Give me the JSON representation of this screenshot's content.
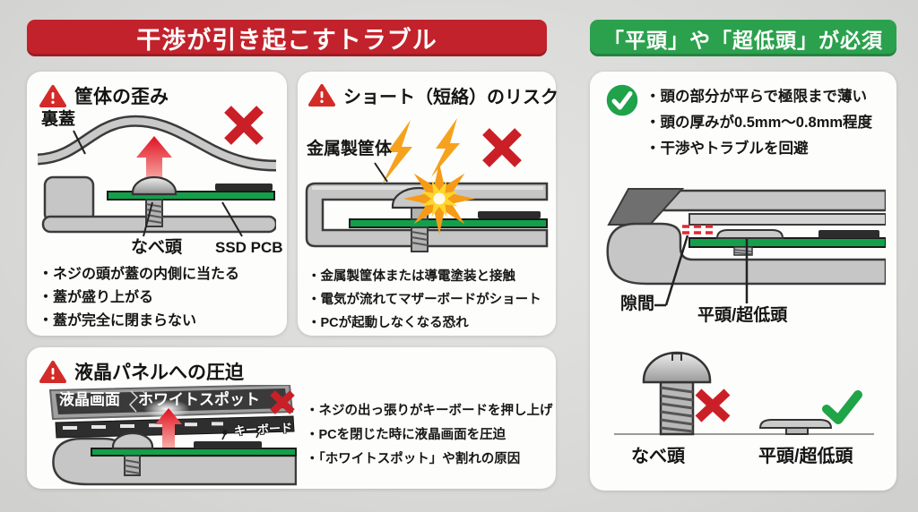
{
  "colors": {
    "accent_red": "#c2222b",
    "accent_green": "#2ba14d",
    "pcb_green": "#12a04a",
    "cross_red": "#cb1f27",
    "check_green": "#1fa447"
  },
  "header_left": {
    "label": "干渉が引き起こすトラブル"
  },
  "header_right": {
    "label": "「平頭」や「超低頭」が必須"
  },
  "panel_distortion": {
    "title": "筐体の歪み",
    "label_back_cover": "裏蓋",
    "label_pan_head": "なべ頭",
    "label_ssd_pcb": "SSD PCB",
    "bullets": [
      "・ネジの頭が蓋の内側に当たる",
      "・蓋が盛り上がる",
      "・蓋が完全に閉まらない"
    ]
  },
  "panel_short": {
    "title": "ショート（短絡）のリスク",
    "label_metal_chassis": "金属製筐体",
    "bullets": [
      "・金属製筐体または導電塗装と接触",
      "・電気が流れてマザーボードがショート",
      "・PCが起動しなくなる恐れ"
    ]
  },
  "panel_lcd": {
    "title": "液晶パネルへの圧迫",
    "label_lcd_screen": "液晶画面",
    "label_white_spot": "ホワイトスポット",
    "label_keyboard": "キーボード",
    "bullets": [
      "・ネジの出っ張りがキーボードを押し上げ",
      "・PCを閉じた時に液晶画面を圧迫",
      "・「ホワイトスポット」や割れの原因"
    ]
  },
  "panel_solution": {
    "bullets": [
      "・頭の部分が平らで極限まで薄い",
      "・頭の厚みが0.5mm〜0.8mm程度",
      "・干渉やトラブルを回避"
    ],
    "label_gap": "隙間",
    "label_flat_diagram": "平頭/超低頭",
    "compare": {
      "bad_label": "なべ頭",
      "good_label": "平頭/超低頭"
    }
  }
}
